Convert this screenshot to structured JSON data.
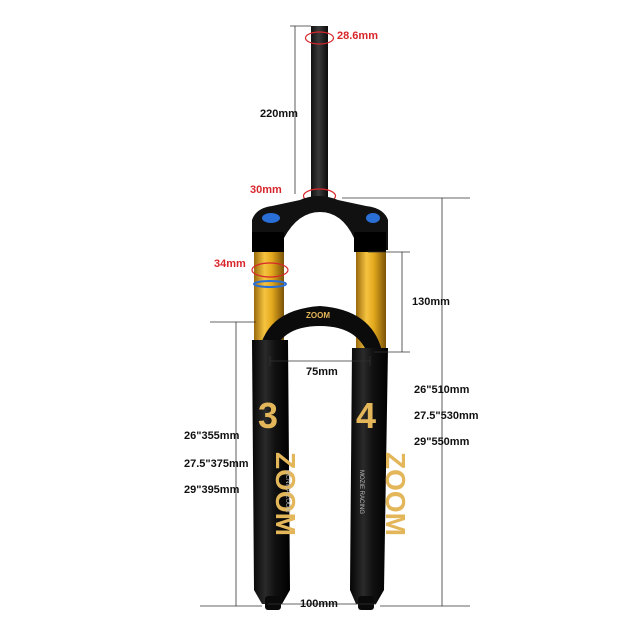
{
  "dimensions": {
    "steerer_diameter": "28.6mm",
    "steerer_length": "220mm",
    "steerer_base_diameter": "30mm",
    "stanchion_diameter": "34mm",
    "travel": "130mm",
    "stanchion_spacing": "75mm",
    "axle_width": "100mm"
  },
  "axle_to_crown": {
    "s26": "26\"510mm",
    "s275": "27.5\"530mm",
    "s29": "29\"550mm"
  },
  "lower_length": {
    "s26": "26\"355mm",
    "s275": "27.5\"375mm",
    "s29": "29\"395mm"
  },
  "leg_graphics": {
    "left_number": "3",
    "right_number": "4",
    "brand": "ZOOM",
    "left_side_text": "OCNIDA ZOOM",
    "right_side_text": "MOZIE RACING",
    "arch_text": "ZOOM"
  },
  "colors": {
    "accent_red": "#d8262b",
    "stanchion_gold": "#e3a81c",
    "lower_black": "#141414",
    "graphic_gold": "#e3b65a",
    "knob_blue": "#2a6fd6"
  }
}
